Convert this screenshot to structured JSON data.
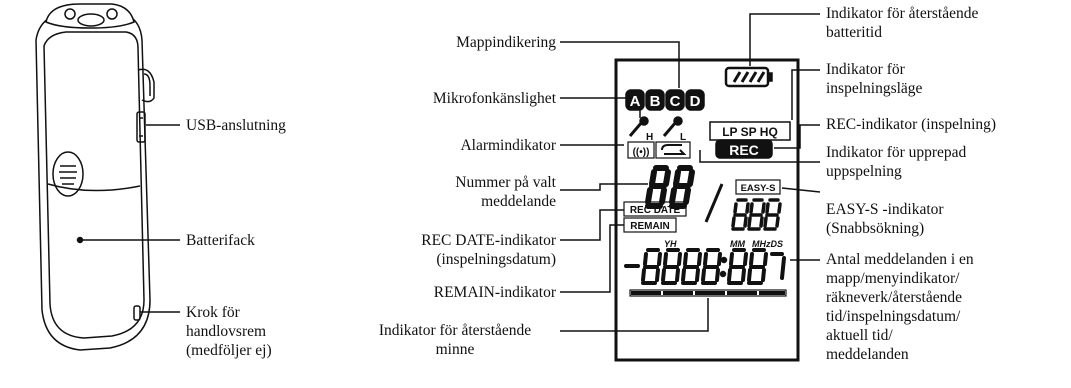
{
  "labels": {
    "usb": "USB-anslutning",
    "batterifack": "Batterifack",
    "krok": [
      "Krok för",
      "handlovsrem",
      "(medföljer ej)"
    ],
    "mapp": "Mappindikering",
    "mikro": "Mikrofonkänslighet",
    "alarm": "Alarmindikator",
    "nummer": [
      "Nummer på valt",
      "meddelande"
    ],
    "recdate": [
      "REC DATE-indikator",
      "(inspelningsdatum)"
    ],
    "remain": "REMAIN-indikator",
    "minne": [
      "Indikator för återstående",
      "minne"
    ],
    "batteritid": [
      "Indikator för återstående",
      "batteritid"
    ],
    "inspelningslage": [
      "Indikator för",
      "inspelningsläge"
    ],
    "rec": "REC-indikator (inspelning)",
    "upprepad": [
      "Indikator för upprepad",
      "uppspelning"
    ],
    "easys": [
      "EASY-S -indikator",
      "(Snabbsökning)"
    ],
    "antal": [
      "Antal meddelanden i en",
      "mapp/menyindikator/",
      "räkneverk/återstående",
      "tid/inspelningsdatum/",
      "aktuell tid/",
      "meddelanden"
    ]
  },
  "lcd": {
    "folders": [
      "A",
      "B",
      "C",
      "D"
    ],
    "mic_h": "H",
    "mic_l": "L",
    "modes": "LP SP HQ",
    "rec": "REC",
    "alarm": "((•))",
    "easy_s": "EASY-S",
    "rec_date": "REC DATE",
    "remain": "REMAIN",
    "yh": "YH",
    "mm": "MM",
    "mhzds": "MHzDS"
  },
  "colors": {
    "ink": "#111111",
    "device": "#ffffff"
  }
}
